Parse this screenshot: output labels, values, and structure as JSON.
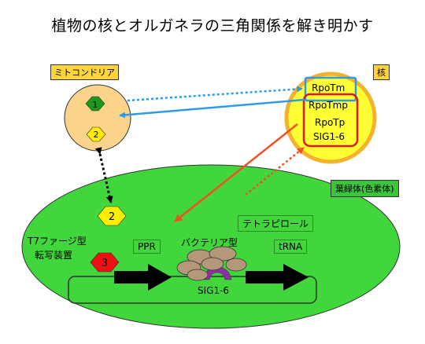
{
  "title": "植物の核とオルガネラの三角関係を解き明かす",
  "mito": {
    "label": "ミトコンドリア",
    "hex1": "1",
    "hex2": "2"
  },
  "nucleus": {
    "label": "核",
    "genes": [
      "RpoTm",
      "RpoTmp",
      "RpoTp",
      "SIG1-6"
    ]
  },
  "chloroplast": {
    "label": "葉緑体(色素体)",
    "hex2": "2",
    "hex3": "3",
    "t7_label_line1": "T7ファージ型",
    "t7_label_line2": "転写装置",
    "ppr": "PPR",
    "bacterial": "バクテリア型",
    "tetrapyrrole": "テトラピロール",
    "trna": "tRNA",
    "sig": "SIG1-6"
  },
  "colors": {
    "mito_fill": "#fbd38a",
    "nucleus_fill": "#ffff33",
    "nucleus_ring": "#f2b230",
    "chloroplast_fill": "#41d63b",
    "blue_arrow": "#2e9be6",
    "red_arrow": "#f05022",
    "hex_green": "#1a9a1a",
    "hex_yellow": "#ffee00",
    "hex_red": "#ee1111",
    "polymerase": "#b59779",
    "sigma": "#8e2fa6"
  }
}
